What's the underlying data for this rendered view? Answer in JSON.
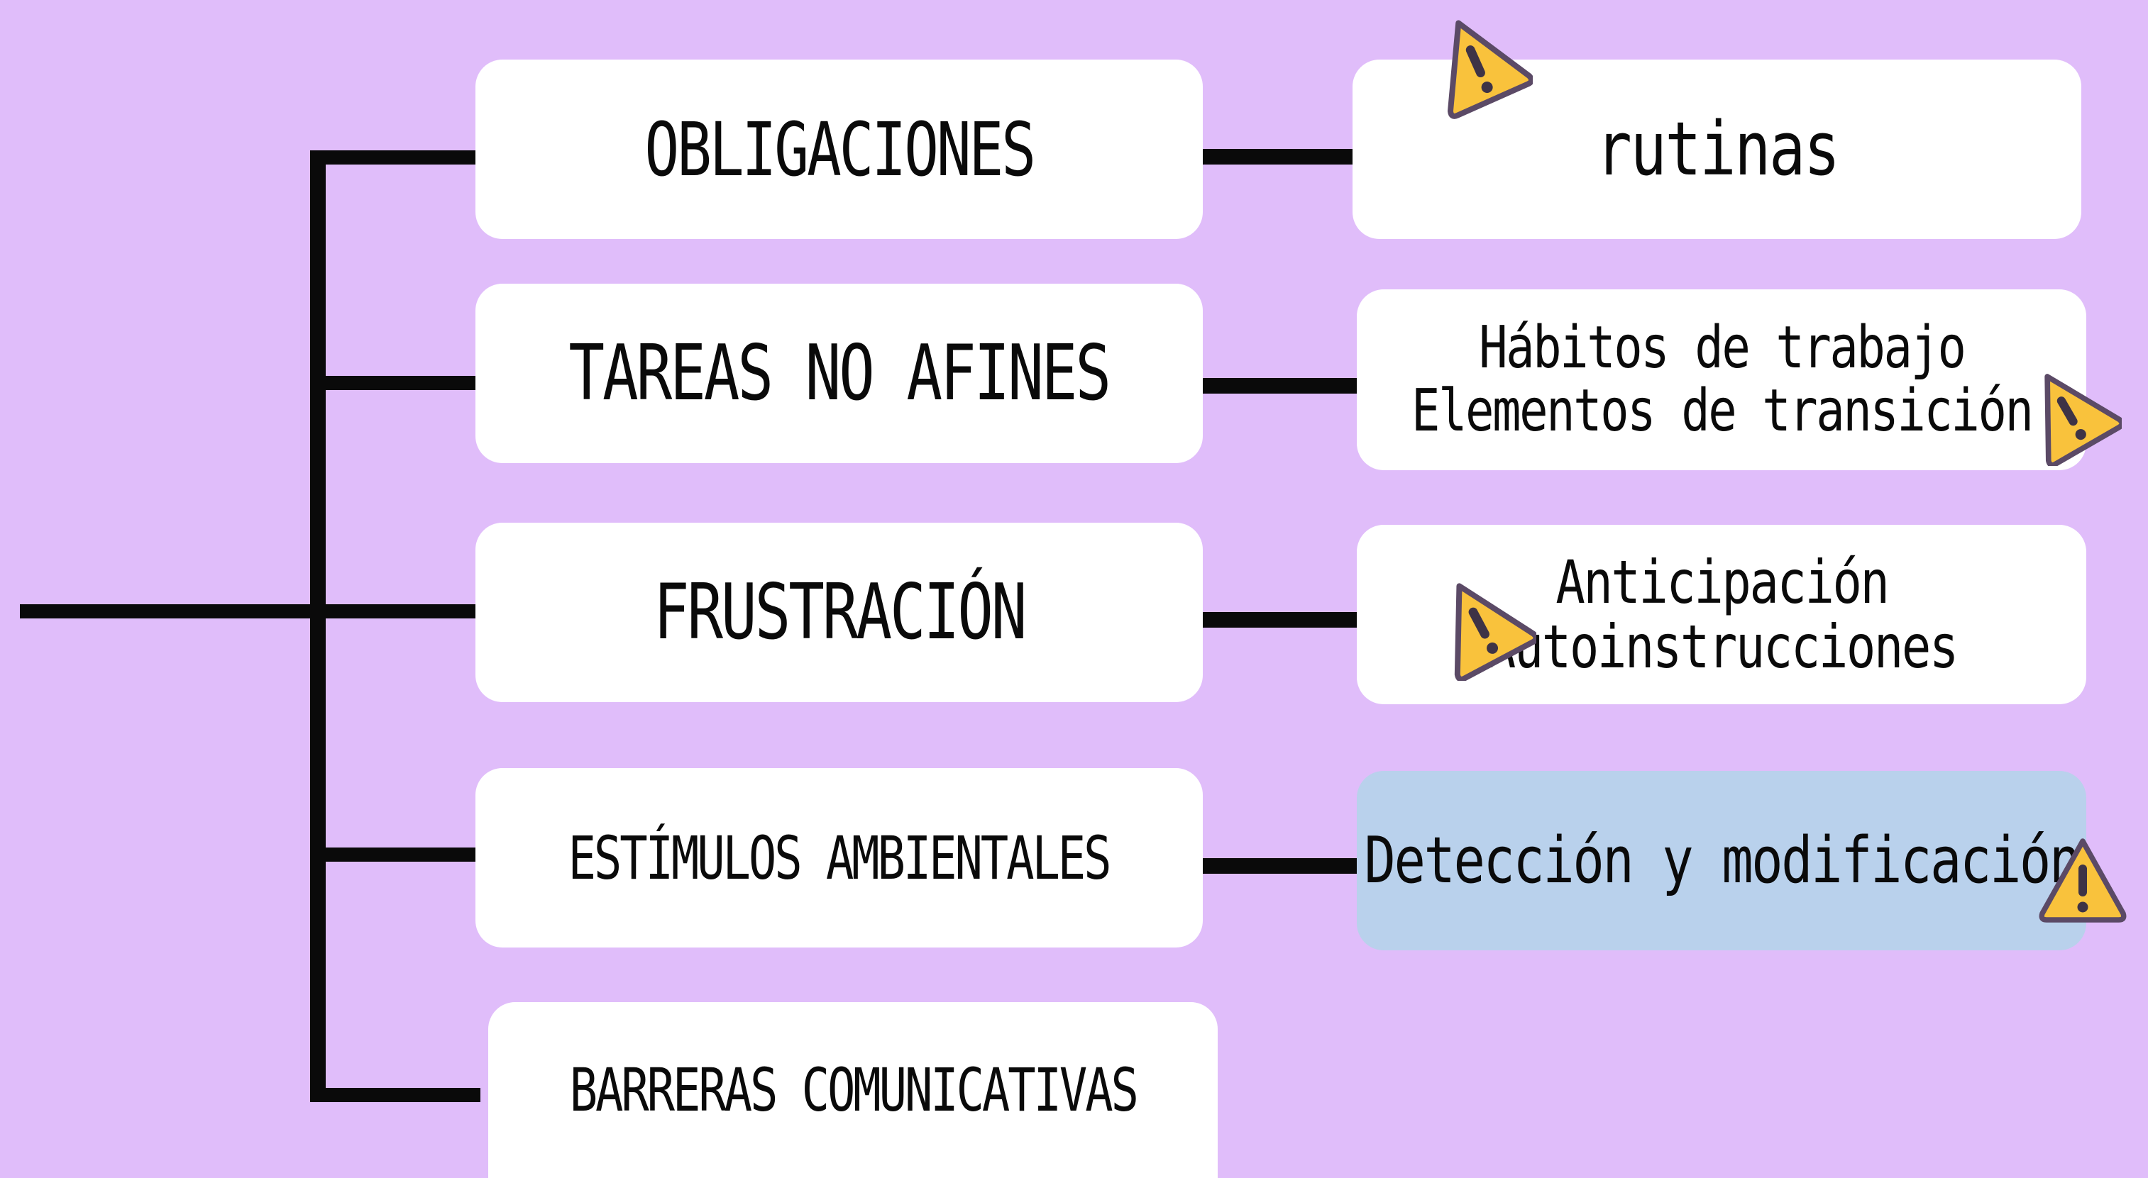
{
  "background_color": "#e0bdfa",
  "highlight_color": "#b9d1ec",
  "warning_color": "#f9c23c",
  "left_nodes": [
    {
      "label": "OBLIGACIONES"
    },
    {
      "label": "TAREAS NO AFINES"
    },
    {
      "label": "FRUSTRACIÓN"
    },
    {
      "label": "ESTÍMULOS AMBIENTALES"
    },
    {
      "label": "BARRERAS COMUNICATIVAS"
    }
  ],
  "right_nodes": [
    {
      "lines": [
        "rutinas"
      ]
    },
    {
      "lines": [
        "Hábitos de trabajo",
        "Elementos de transición"
      ]
    },
    {
      "lines": [
        "Anticipación",
        "Autoinstrucciones"
      ]
    },
    {
      "lines": [
        "Detección y modificación"
      ]
    }
  ],
  "icons": [
    "warning-icon",
    "warning-icon",
    "warning-icon",
    "warning-icon"
  ]
}
